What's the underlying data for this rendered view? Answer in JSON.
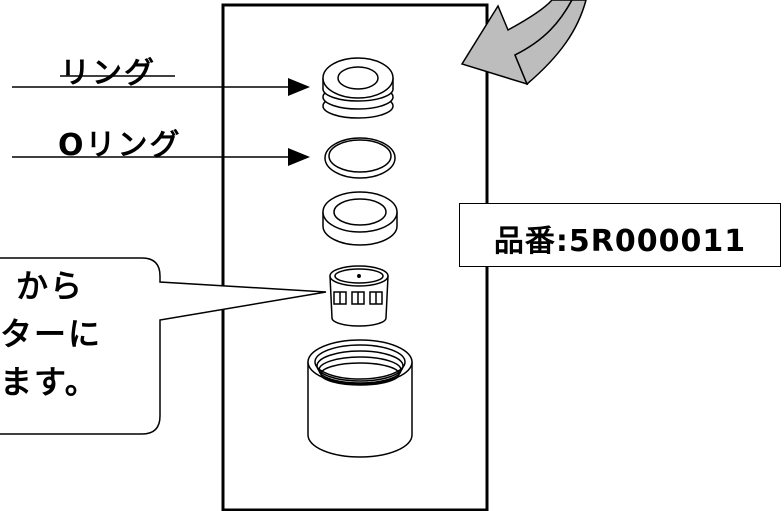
{
  "labels": {
    "ring": "リング",
    "oring": "Oリング"
  },
  "part_number": "品番:5R000011",
  "callout": {
    "line1": "から",
    "line2": "ターに",
    "line3": "ます。"
  }
}
